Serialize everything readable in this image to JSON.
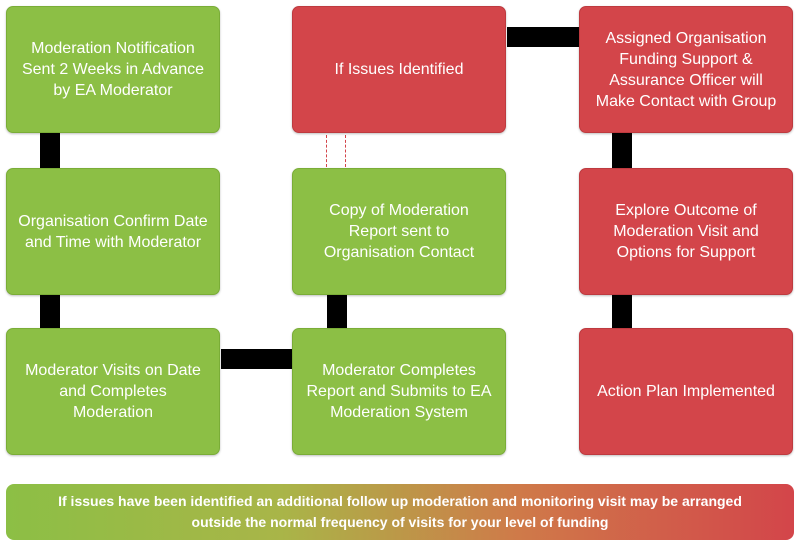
{
  "boxes": {
    "notification": "Moderation Notification Sent 2 Weeks in Advance by EA Moderator",
    "confirm": "Organisation Confirm Date and Time with Moderator",
    "visit": "Moderator Visits on Date and Completes Moderation",
    "completes": "Moderator Completes Report and Submits to EA Moderation System",
    "copy": "Copy of Moderation Report sent to Organisation Contact",
    "issues": "If Issues Identified",
    "assigned": "Assigned Organisation Funding Support & Assurance Officer will Make Contact with Group",
    "explore": "Explore Outcome of Moderation Visit and Options for Support",
    "action": "Action Plan Implemented"
  },
  "banner": "If issues have been identified an additional follow up moderation and monitoring visit may be arranged outside the normal frequency of visits for your level of funding",
  "colors": {
    "green": "#8cbf45",
    "red": "#d3454a",
    "connector": "#000000"
  }
}
